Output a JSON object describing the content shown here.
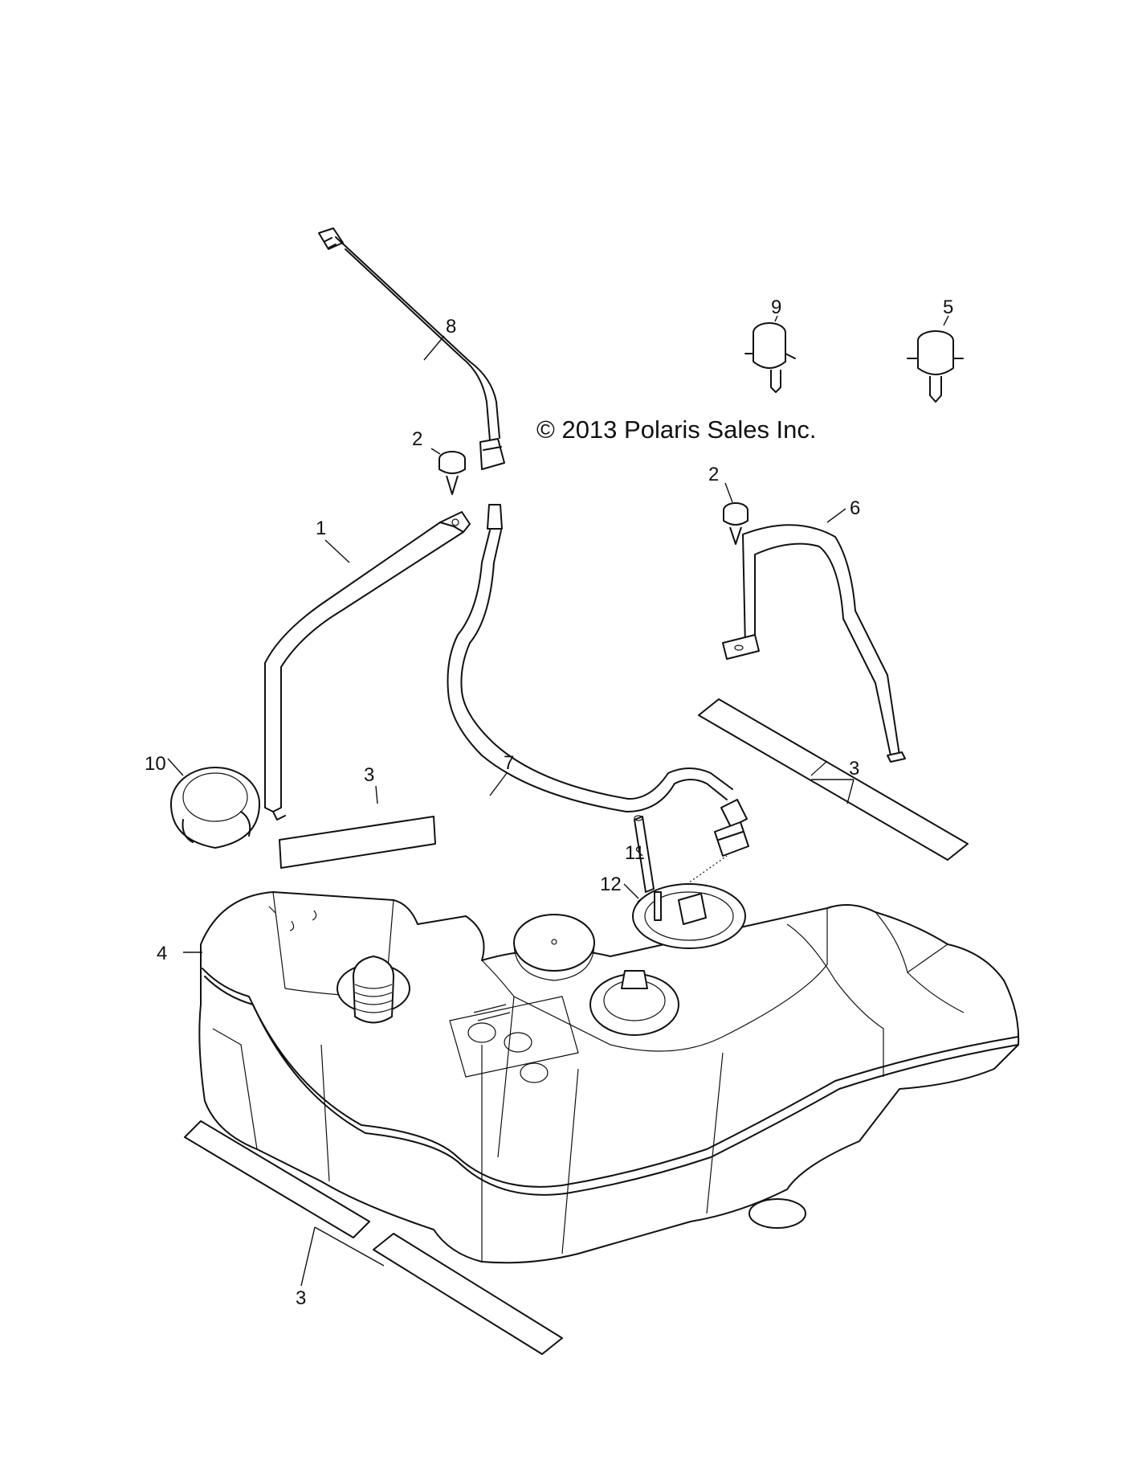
{
  "copyright": "© 2013 Polaris Sales Inc.",
  "callouts": {
    "c1": "1",
    "c2a": "2",
    "c2b": "2",
    "c3a": "3",
    "c3b": "3",
    "c3c": "3",
    "c4": "4",
    "c5": "5",
    "c6": "6",
    "c7": "7",
    "c8": "8",
    "c9": "9",
    "c10": "10",
    "c11": "11",
    "c12": "12"
  }
}
